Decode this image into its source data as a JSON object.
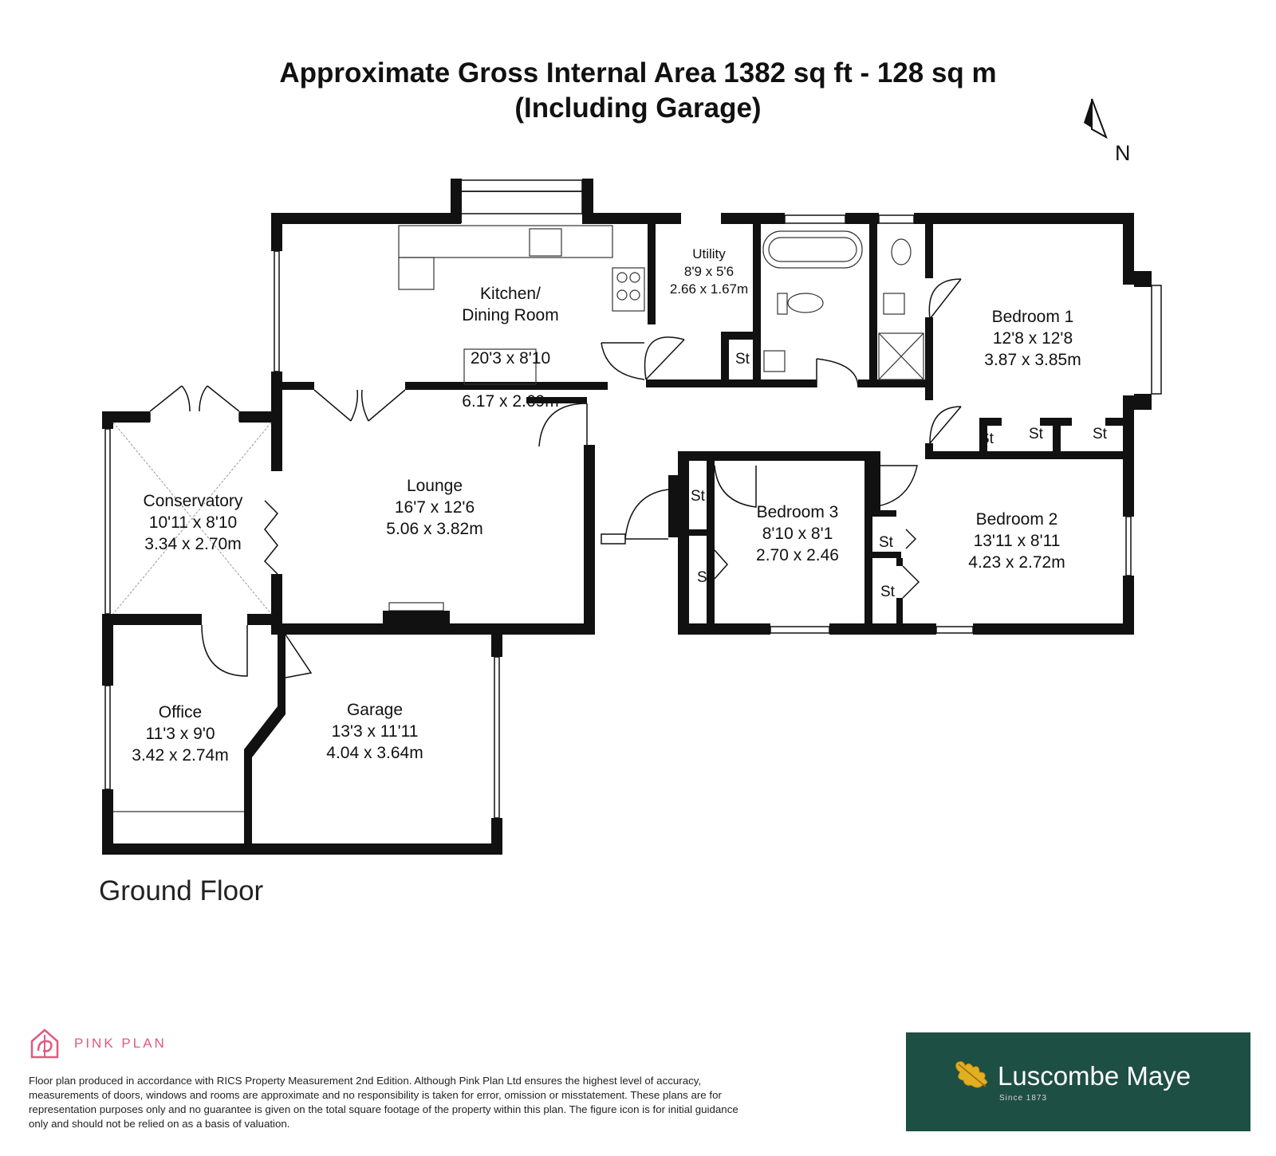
{
  "title": {
    "line1": "Approximate Gross Internal Area 1382 sq ft - 128 sq m",
    "line2": "(Including Garage)"
  },
  "compass": {
    "label": "N",
    "icon": "north-arrow-icon"
  },
  "floor_name": "Ground Floor",
  "rooms": {
    "kitchen": {
      "name": "Kitchen/\nDining Room",
      "imperial": "20'3 x 8'10",
      "metric": "6.17 x 2.69m"
    },
    "utility": {
      "name": "Utility",
      "imperial": "8'9 x 5'6",
      "metric": "2.66 x 1.67m"
    },
    "bedroom1": {
      "name": "Bedroom 1",
      "imperial": "12'8 x 12'8",
      "metric": "3.87 x 3.85m"
    },
    "conservatory": {
      "name": "Conservatory",
      "imperial": "10'11 x 8'10",
      "metric": "3.34 x 2.70m"
    },
    "lounge": {
      "name": "Lounge",
      "imperial": "16'7 x 12'6",
      "metric": "5.06 x 3.82m"
    },
    "bedroom3": {
      "name": "Bedroom 3",
      "imperial": "8'10 x 8'1",
      "metric": "2.70 x 2.46"
    },
    "bedroom2": {
      "name": "Bedroom 2",
      "imperial": "13'11 x 8'11",
      "metric": "4.23 x 2.72m"
    },
    "office": {
      "name": "Office",
      "imperial": "11'3 x 9'0",
      "metric": "3.42 x 2.74m"
    },
    "garage": {
      "name": "Garage",
      "imperial": "13'3 x 11'11",
      "metric": "4.04 x 3.64m"
    }
  },
  "storage_label": "St",
  "colors": {
    "walls": "#111111",
    "pink_brand": "#e05a7e",
    "agent_bg": "#1e4f44",
    "leaf": "#e0b020"
  },
  "footer": {
    "pink_plan": "PINK PLAN",
    "disclaimer": "Floor plan produced in accordance with RICS Property Measurement 2nd Edition. Although Pink Plan Ltd ensures the highest level of accuracy, measurements of doors, windows and rooms are approximate and no responsibility is taken for error, omission or misstatement. These plans are for representation purposes only and no guarantee is given on the total square footage of the property within this plan. The figure icon is for initial guidance only and should not be relied on as a basis of valuation.",
    "agent_name": "Luscombe Maye",
    "agent_since": "Since 1873"
  }
}
